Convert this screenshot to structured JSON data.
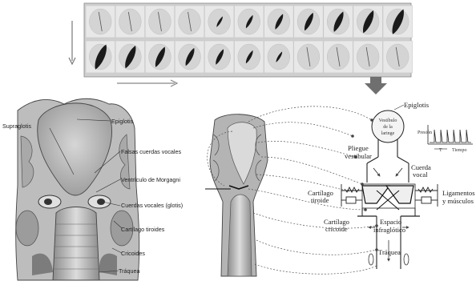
{
  "frames": {
    "top_row_count": 11,
    "bottom_row_count": 11
  },
  "anatomy_labels": {
    "supraglotis": "Supraglotis",
    "epiglotis": "Epiglotis",
    "falsas_cuerdas": "Falsas cuerdas vocales",
    "ventriculo": "Ventrículo de Morgagni",
    "cuerdas_vocales": "Cuerdas vocales (glotis)",
    "cartilago_tiroides": "Cartílago tiroides",
    "cricoides": "Cricoides",
    "traquea": "Tráquea"
  },
  "model_labels": {
    "epiglotis": "Epiglotis",
    "vestibulo_1": "Vestíbulo",
    "vestibulo_2": "de la",
    "vestibulo_3": "laringe",
    "pliegue_1": "Pliegue",
    "pliegue_2": "vestibular",
    "cuerda_1": "Cuerda",
    "cuerda_2": "vocal",
    "cartilago_tiroide_1": "Cartílago",
    "cartilago_tiroide_2": "tiroide",
    "cartilago_cricoide_1": "Cartílago",
    "cartilago_cricoide_2": "cricoide",
    "espacio_1": "Espacio",
    "espacio_2": "infraglótico",
    "traquea": "Tráquea",
    "ligamentos_1": "Ligamentos",
    "ligamentos_2": "y músculos",
    "presion": "Presión",
    "tiempo": "Tiempo",
    "periodo": "T"
  },
  "colors": {
    "frame_bg": "#e8e8e8",
    "frame_border": "#c9c9c9",
    "arrow_fill": "#6f6f6f",
    "line": "#333333"
  }
}
